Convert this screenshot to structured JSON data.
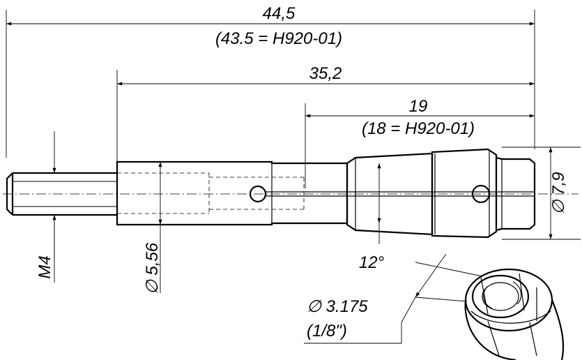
{
  "dimensions": {
    "overall_length": "44,5",
    "overall_length_note": "(43.5 = H920-01)",
    "body_length": "35,2",
    "tip_length": "19",
    "tip_length_note": "(18 = H920-01)",
    "thread": "M4",
    "body_diameter": "∅ 5,56",
    "head_diameter": "∅ 7,9",
    "taper_angle": "12°",
    "bore_diameter": "∅ 3.175",
    "bore_diameter_imperial": "(1/8\")"
  }
}
